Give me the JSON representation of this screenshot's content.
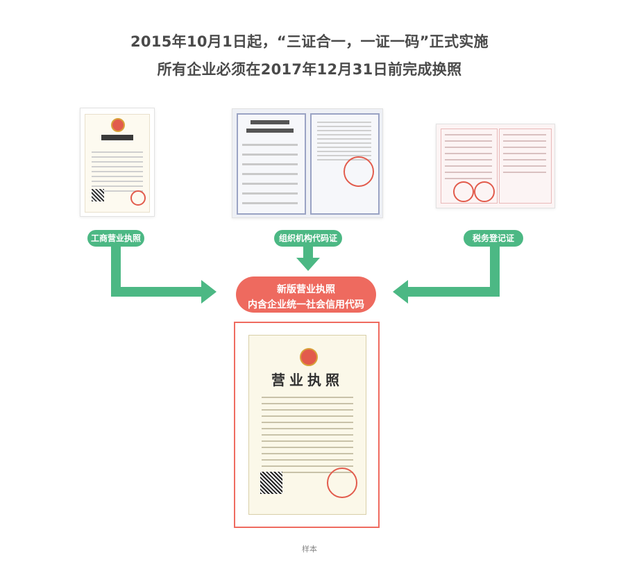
{
  "headline": {
    "line1": "2015年10月1日起，“三证合一，一证一码”正式实施",
    "line2": "所有企业必须在2017年12月31日前完成换照"
  },
  "certificates": [
    {
      "label": "工商营业执照"
    },
    {
      "label": "组织机构代码证"
    },
    {
      "label": "税务登记证"
    }
  ],
  "merged": {
    "line1": "新版营业执照",
    "line2": "内含企业统一社会信用代码"
  },
  "sample_card": {
    "title": "营业执照"
  },
  "caption": "样本",
  "colors": {
    "arrow_green": "#4cb884",
    "pill_red": "#ee6a5f",
    "frame_red": "#ef6b60"
  },
  "icons": {
    "arrow": "arrow-icon",
    "emblem": "national-emblem-icon",
    "seal": "red-seal-icon",
    "qr": "qr-code-icon"
  }
}
